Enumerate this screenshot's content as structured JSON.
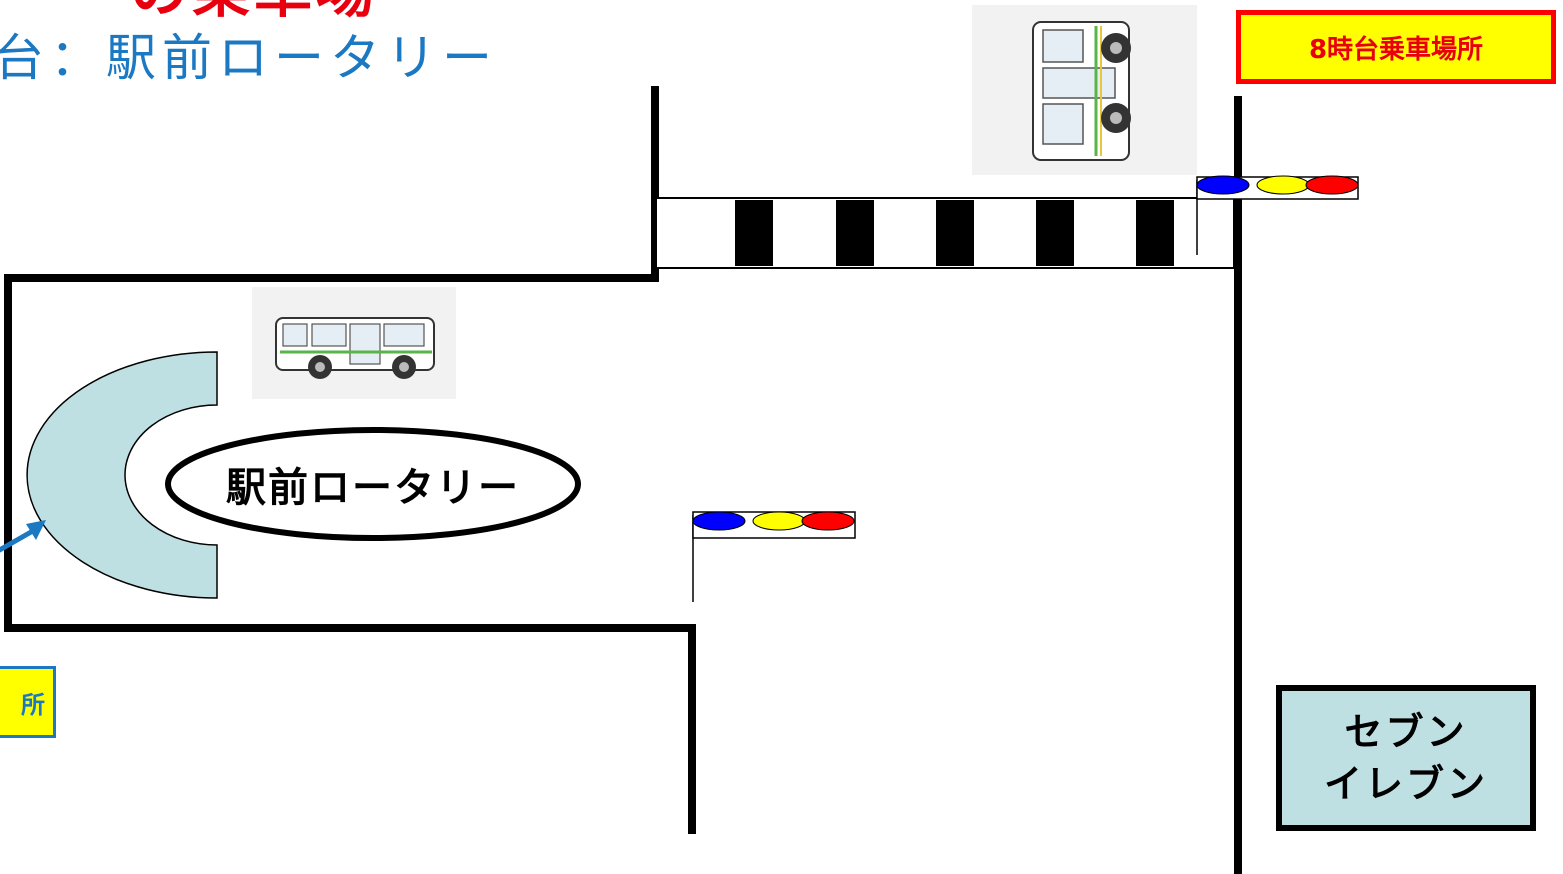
{
  "header": {
    "title_fragment": "の乗車場",
    "subtitle": "台：駅前ロータリー"
  },
  "labels": {
    "boarding_8": "8時台乗車場所",
    "boarding_left_partial": "所",
    "rotary": "駅前ロータリー",
    "store_line1": "セブン",
    "store_line2": "イレブン"
  },
  "colors": {
    "title_red": "#e8000f",
    "subtitle_blue": "#1b78c2",
    "label_yellow": "#ffff00",
    "label_border_red": "#ff0000",
    "platform_lightblue": "#bfe0e3",
    "signal_blue": "#0000ff",
    "signal_yellow": "#ffff00",
    "signal_red": "#ff0000"
  },
  "icons": {
    "bus_top": "bus-icon",
    "bus_mid": "bus-icon",
    "signal_top": "traffic-signal-icon",
    "signal_mid": "traffic-signal-icon",
    "arrow": "arrow-icon"
  }
}
